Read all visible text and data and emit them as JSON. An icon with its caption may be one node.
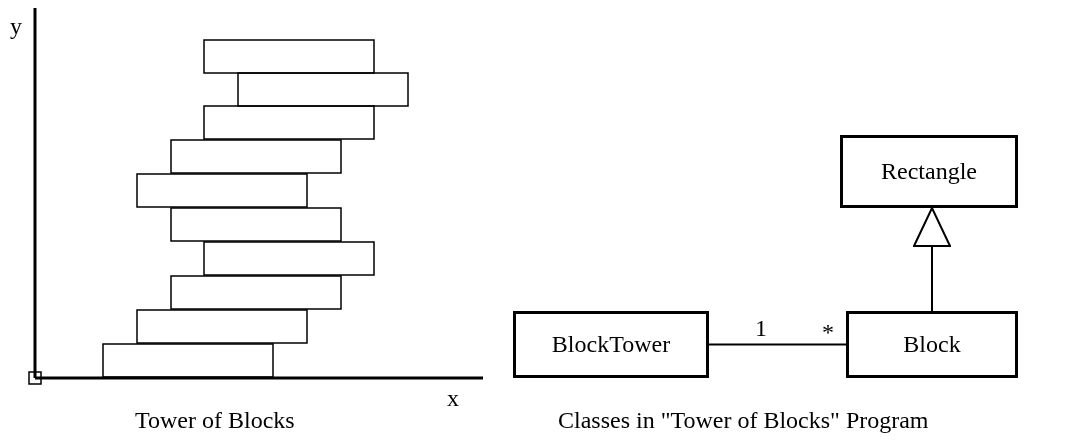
{
  "diagram": {
    "nodes": [
      {
        "text": [
          "Rectangle"
        ]
      },
      {
        "text": [
          "BlockTower"
        ]
      },
      {
        "text": [
          "Block"
        ]
      }
    ],
    "edges": [
      {
        "from": 2,
        "to": 0,
        "arrow": "to"
      },
      {
        "from": 1,
        "to": 2,
        "arrow": "none"
      }
    ],
    "labels": [
      "y",
      "1",
      "*",
      "x",
      "Tower of Blocks",
      "Classes in \"Tower of Blocks\" Program"
    ]
  }
}
